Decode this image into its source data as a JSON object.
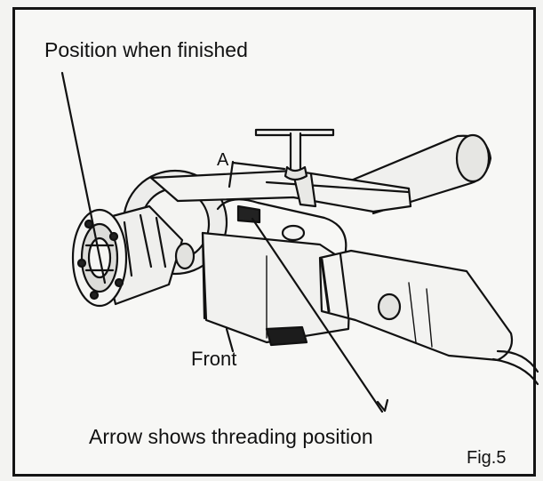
{
  "labels": {
    "position_when_finished": "Position when finished",
    "dimension_a": "A",
    "front": "Front",
    "arrow_shows_threading_position": "Arrow shows threading position",
    "figure_number": "Fig.5"
  },
  "colors": {
    "ink": "#111111",
    "paper": "#f7f7f5",
    "shade": "#c9c9c6"
  }
}
